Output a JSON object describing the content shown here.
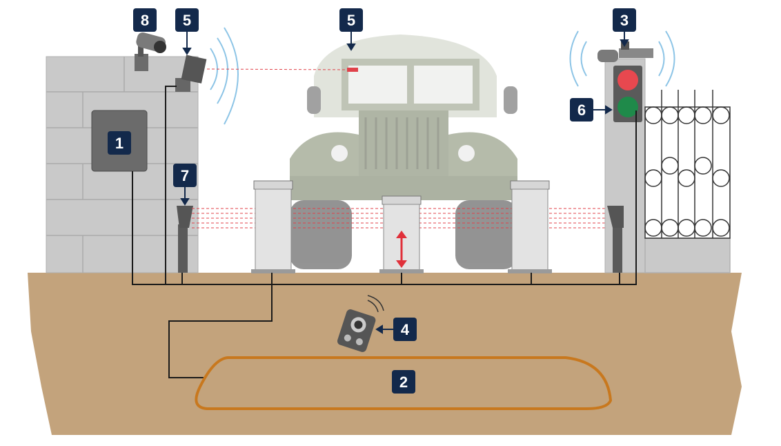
{
  "colors": {
    "badge": "#13294b",
    "ground": "#c3a37c",
    "wall": "#c9c9c9",
    "loop": "#c8781e",
    "beam": "#e0424a",
    "light_red": "#e8484f",
    "light_green": "#1f8a4a"
  },
  "labels": {
    "camera": "8",
    "sensor_left": "5",
    "sensor_truck": "5",
    "traffic_camera": "3",
    "traffic_light": "6",
    "control_box": "1",
    "photocell": "7",
    "remote": "4",
    "loop": "2"
  }
}
